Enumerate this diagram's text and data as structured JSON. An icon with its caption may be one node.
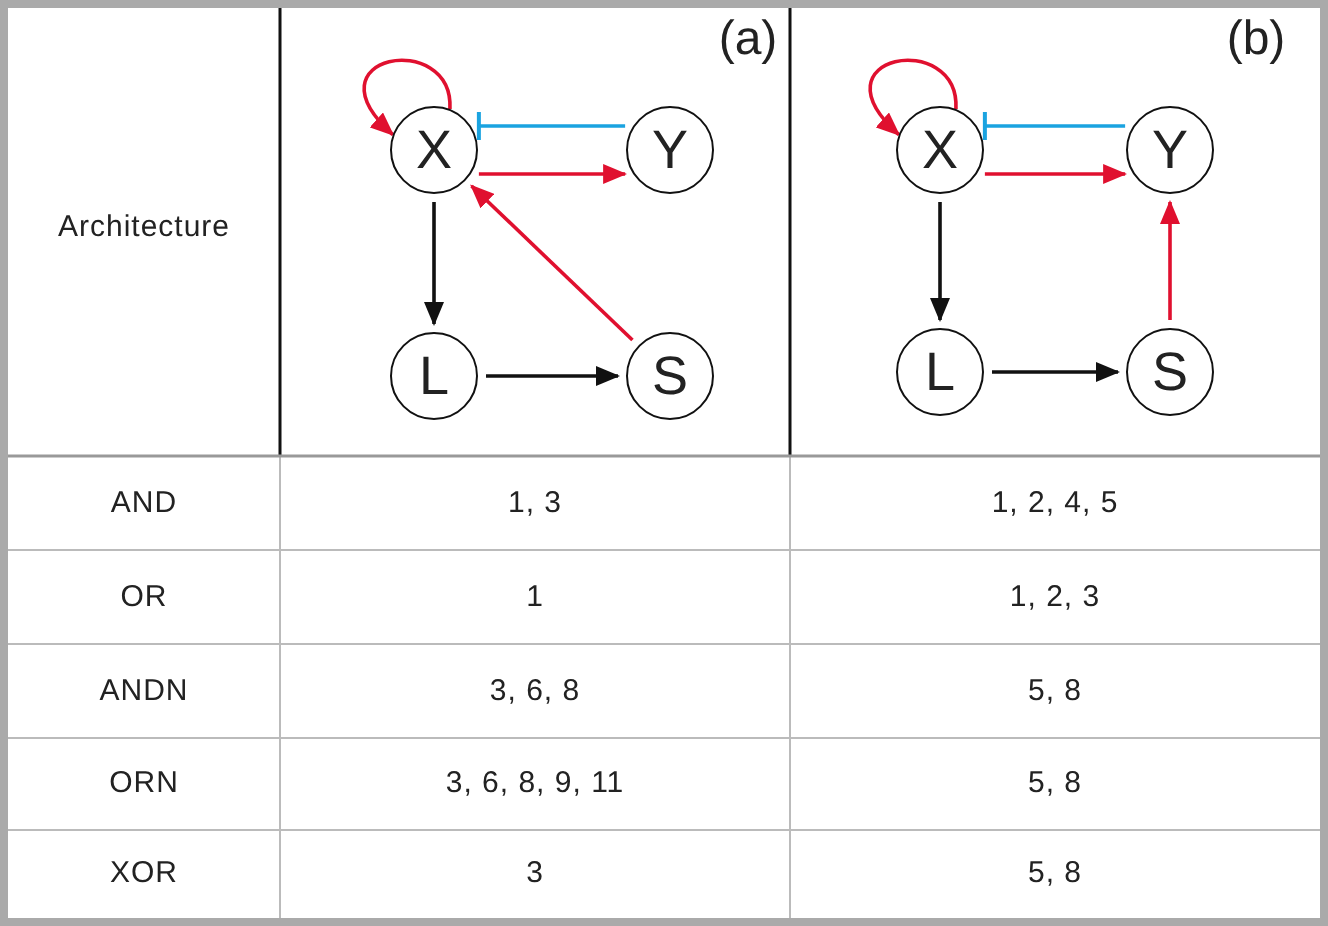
{
  "diagram": {
    "nodes": [
      {
        "text": [
          "X"
        ]
      },
      {
        "text": [
          "Y"
        ]
      },
      {
        "text": [
          "L"
        ]
      },
      {
        "text": [
          "S"
        ]
      },
      {
        "text": [
          "X"
        ]
      },
      {
        "text": [
          "Y"
        ]
      },
      {
        "text": [
          "L"
        ]
      },
      {
        "text": [
          "S"
        ]
      }
    ],
    "edges": [
      {
        "from": 0,
        "to": 0,
        "arrow": "to",
        "color": "#e0102f"
      },
      {
        "from": 1,
        "to": 0,
        "arrow": "other",
        "color": "#1aa3e0"
      },
      {
        "from": 0,
        "to": 1,
        "arrow": "to",
        "color": "#e0102f"
      },
      {
        "from": 0,
        "to": 2,
        "arrow": "to",
        "color": "#111111"
      },
      {
        "from": 2,
        "to": 3,
        "arrow": "to",
        "color": "#111111"
      },
      {
        "from": 3,
        "to": 0,
        "arrow": "to",
        "color": "#e0102f"
      },
      {
        "from": 4,
        "to": 4,
        "arrow": "to",
        "color": "#e0102f"
      },
      {
        "from": 5,
        "to": 4,
        "arrow": "other",
        "color": "#1aa3e0"
      },
      {
        "from": 4,
        "to": 5,
        "arrow": "to",
        "color": "#e0102f"
      },
      {
        "from": 4,
        "to": 6,
        "arrow": "to",
        "color": "#111111"
      },
      {
        "from": 6,
        "to": 7,
        "arrow": "to",
        "color": "#111111"
      },
      {
        "from": 7,
        "to": 5,
        "arrow": "to",
        "color": "#e0102f"
      }
    ],
    "labels": [
      "Architecture",
      "(a)",
      "(b)",
      "AND",
      "1, 3",
      "1, 2, 4, 5",
      "OR",
      "1",
      "1, 2, 3",
      "ANDN",
      "3, 6, 8",
      "5, 8",
      "ORN",
      "3, 6, 8, 9, 11",
      "5, 8",
      "XOR",
      "3",
      "5, 8"
    ]
  }
}
